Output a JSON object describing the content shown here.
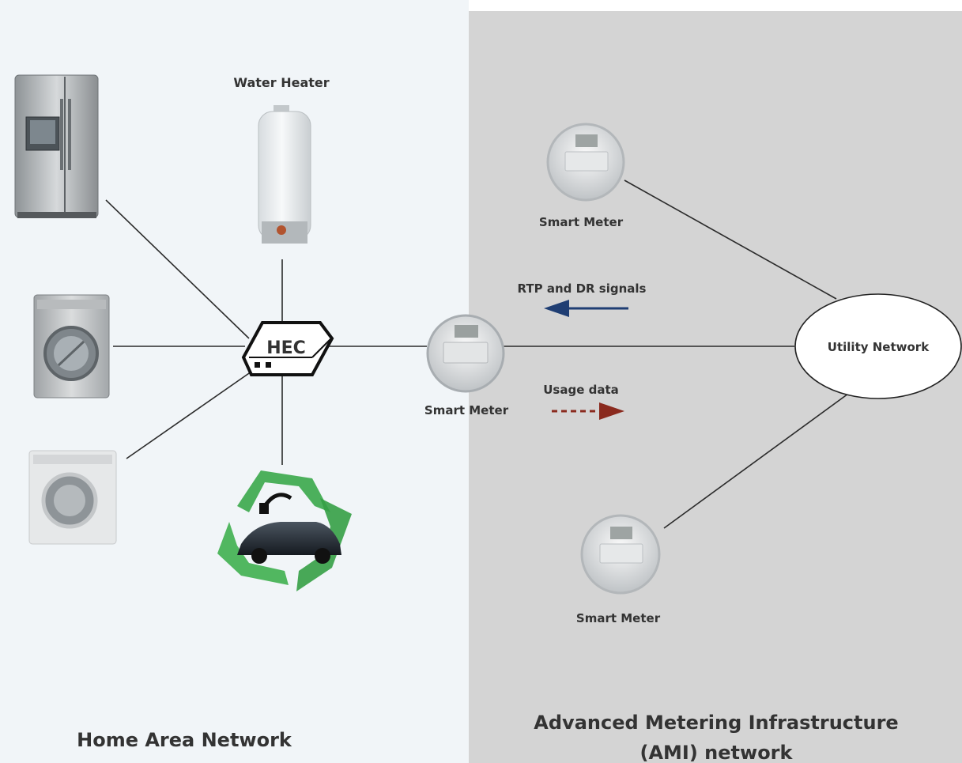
{
  "labels": {
    "water_heater": "Water Heater",
    "hec": "HEC",
    "smart_meter_home": "Smart Meter",
    "smart_meter_top": "Smart Meter",
    "smart_meter_bottom": "Smart Meter",
    "utility_network": "Utility Network",
    "rtp_dr_signals": "RTP and DR signals",
    "usage_data": "Usage data",
    "home_area_network": "Home Area Network",
    "ami_line1": "Advanced Metering Infrastructure",
    "ami_line2": "(AMI) network"
  },
  "colors": {
    "home_bg": "#f1f5f8",
    "ami_bg": "#d4d4d4",
    "signal_arrow": "#1f3e73",
    "usage_arrow": "#8a2a1e",
    "recycle_green": "#3aa84a",
    "text": "#333333"
  },
  "icons": [
    "refrigerator-icon",
    "washing-machine-icon",
    "dryer-icon",
    "water-heater-icon",
    "ev-recycle-icon",
    "smart-meter-icon"
  ]
}
